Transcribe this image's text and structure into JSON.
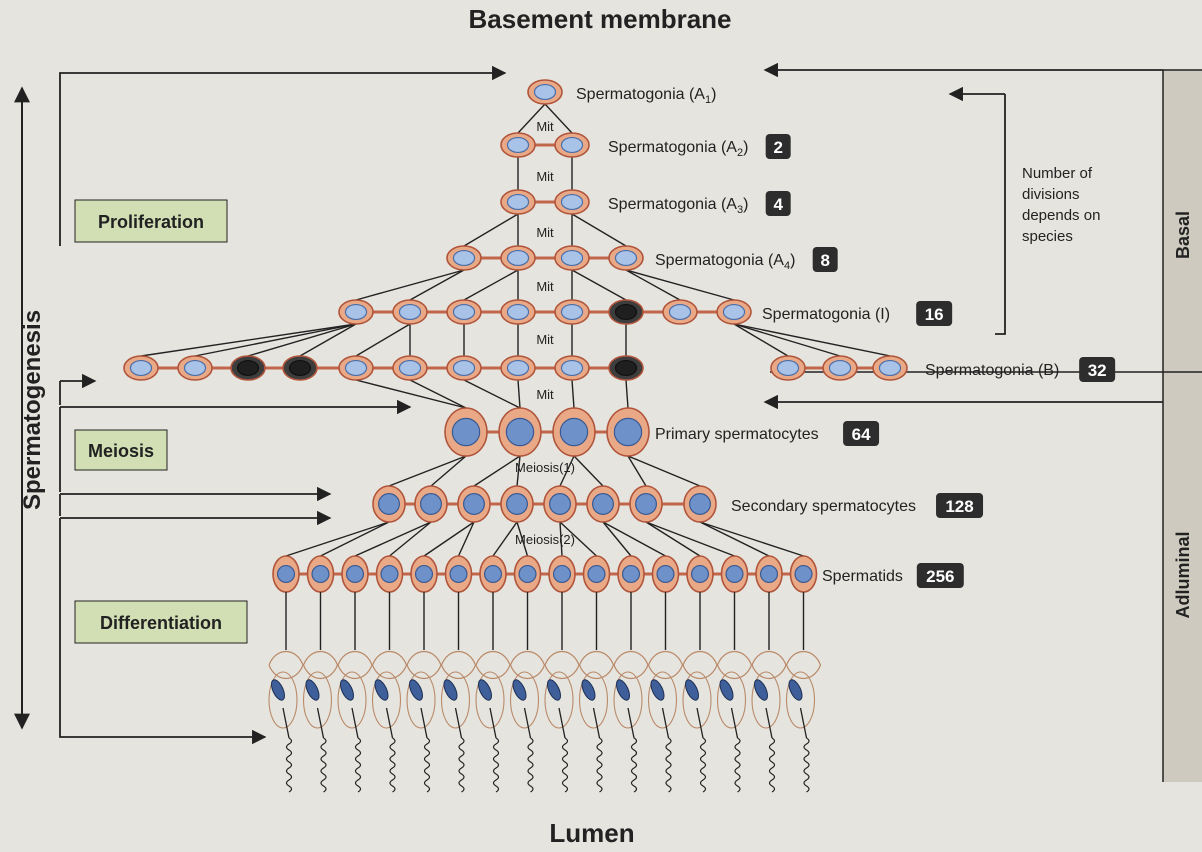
{
  "header": {
    "title": "Basement membrane"
  },
  "footer": {
    "title": "Lumen"
  },
  "axis": {
    "label": "Spermatogenesis"
  },
  "phases": {
    "proliferation": "Proliferation",
    "meiosis": "Meiosis",
    "differentiation": "Differentiation"
  },
  "compartments": {
    "basal": "Basal",
    "adluminal": "Adluminal"
  },
  "note": {
    "line1": "Number of",
    "line2": "divisions",
    "line3": "depends on",
    "line4": "species"
  },
  "division_labels": {
    "mit": "Mit",
    "meiosis1": "Meiosis(1)",
    "meiosis2": "Meiosis(2)"
  },
  "stages": [
    {
      "label": "Spermatogonia (A",
      "sub": "1",
      "suffix": ")",
      "count": ""
    },
    {
      "label": "Spermatogonia (A",
      "sub": "2",
      "suffix": ")",
      "count": "2"
    },
    {
      "label": "Spermatogonia (A",
      "sub": "3",
      "suffix": ")",
      "count": "4"
    },
    {
      "label": "Spermatogonia (A",
      "sub": "4",
      "suffix": ")",
      "count": "8"
    },
    {
      "label": "Spermatogonia (I)",
      "sub": "",
      "suffix": "",
      "count": "16"
    },
    {
      "label": "Spermatogonia (B)",
      "sub": "",
      "suffix": "",
      "count": "32"
    },
    {
      "label": "Primary spermatocytes",
      "sub": "",
      "suffix": "",
      "count": "64"
    },
    {
      "label": "Secondary spermatocytes",
      "sub": "",
      "suffix": "",
      "count": "128"
    },
    {
      "label": "Spermatids",
      "sub": "",
      "suffix": "",
      "count": "256"
    }
  ]
}
